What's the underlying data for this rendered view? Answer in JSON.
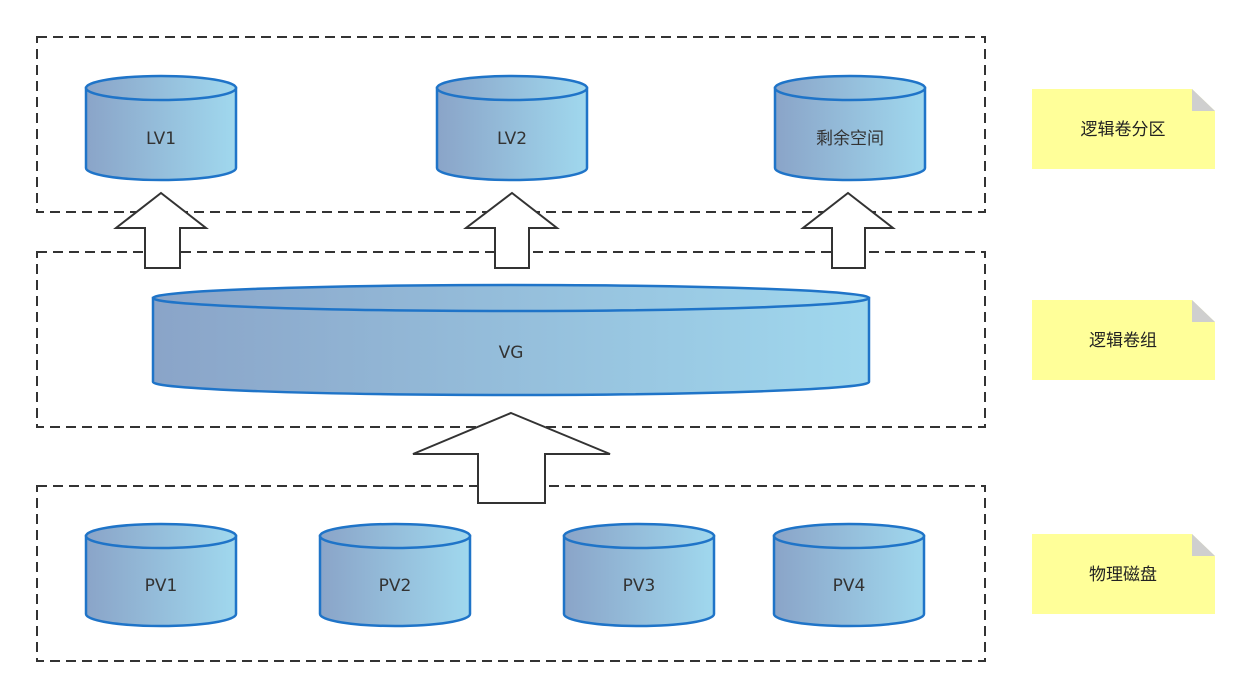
{
  "colors": {
    "cylinder_gradient_start": "#8aa4c8",
    "cylinder_gradient_end": "#a0d8ee",
    "cylinder_stroke": "#1f74c8",
    "note_fill": "#ffff99",
    "note_fold": "#cfcfcf",
    "dashed_border": "#333333",
    "arrow_stroke": "#333333"
  },
  "layers": {
    "logical_volumes": {
      "note": "逻辑卷分区",
      "volumes": [
        "LV1",
        "LV2",
        "剩余空间"
      ]
    },
    "volume_group": {
      "note": "逻辑卷组",
      "label": "VG"
    },
    "physical_disks": {
      "note": "物理磁盘",
      "volumes": [
        "PV1",
        "PV2",
        "PV3",
        "PV4"
      ]
    }
  }
}
